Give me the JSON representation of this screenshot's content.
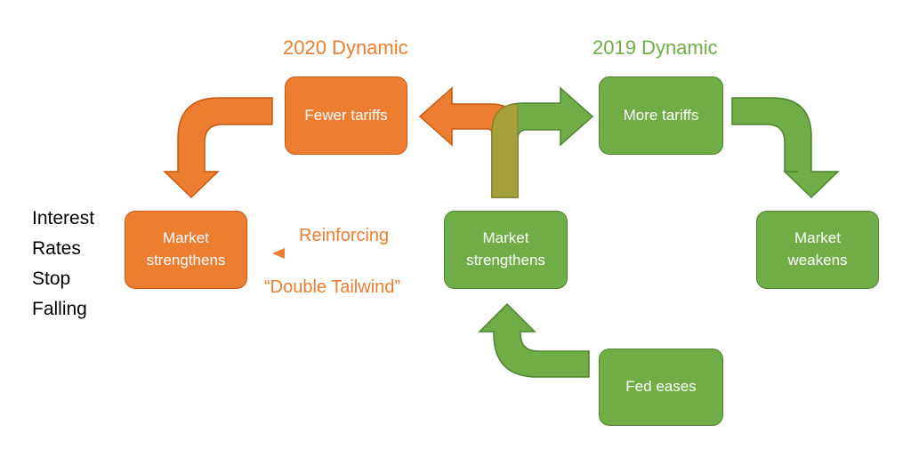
{
  "headings": {
    "left": "2020 Dynamic",
    "right": "2019 Dynamic"
  },
  "boxes": {
    "fewer_tariffs": "Fewer tariffs",
    "more_tariffs": "More tariffs",
    "market_strengthens_left": "Market\nstrengthens",
    "market_strengthens_center": "Market\nstrengthens",
    "market_weakens": "Market\nweakens",
    "fed_eases": "Fed eases"
  },
  "side_text": "Interest\nRates\nStop\nFalling",
  "reinforcing_label": "Reinforcing",
  "tailwind_label": "“Double Tailwind”",
  "colors": {
    "orange": "#ed7d31",
    "orange_border": "#c55a11",
    "green": "#70ad47",
    "green_border": "#4e8431",
    "overlap": "#a5a03c"
  }
}
